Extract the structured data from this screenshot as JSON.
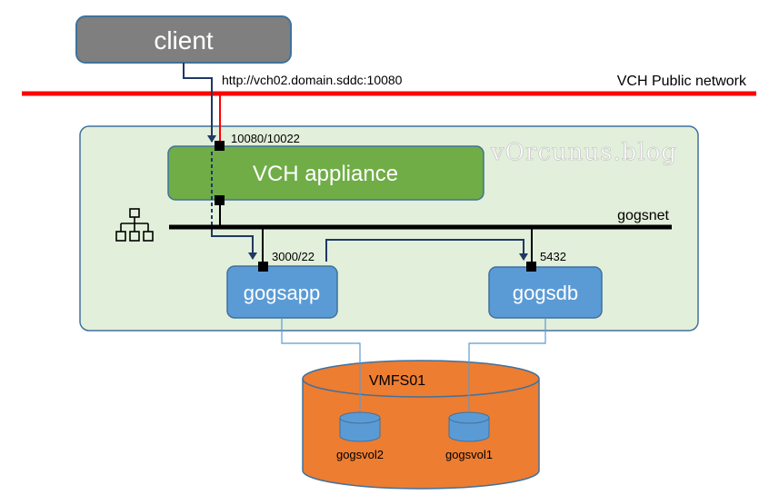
{
  "client": {
    "label": "client"
  },
  "url": {
    "text": "http://vch02.domain.sddc:10080"
  },
  "public_network": {
    "label": "VCH Public network"
  },
  "watermark": {
    "text": "vOrcunus.blog"
  },
  "vch": {
    "label": "VCH appliance",
    "port_label": "10080/10022"
  },
  "bridge_network": {
    "label": "gogsnet"
  },
  "gogsapp": {
    "label": "gogsapp",
    "port_label": "3000/22"
  },
  "gogsdb": {
    "label": "gogsdb",
    "port_label": "5432"
  },
  "datastore": {
    "label": "VMFS01"
  },
  "volumes": [
    {
      "label": "gogsvol2"
    },
    {
      "label": "gogsvol1"
    }
  ],
  "colors": {
    "client_fill": "#7f7f7f",
    "public_network": "#ff0000",
    "vch_fill": "#70ad47",
    "container_fill": "#5b9bd5",
    "datastore_fill": "#ed7d31",
    "zone_fill": "#e2efda",
    "flow_arrow": "#1f3864"
  }
}
